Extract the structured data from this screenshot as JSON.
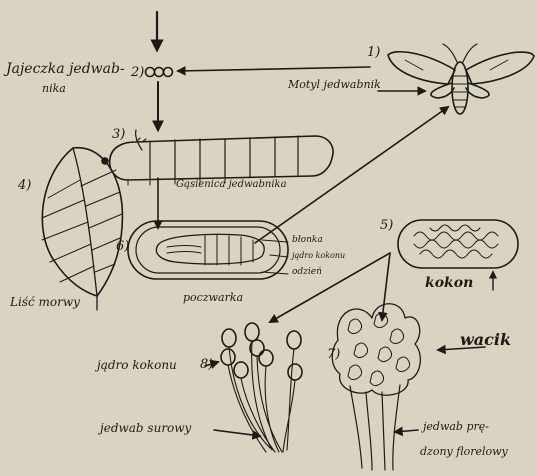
{
  "labels": {
    "eggs_line1": "Jajeczka jedwab-",
    "eggs_line2": "nika",
    "moth": "Motyl jedwabnik",
    "caterpillar": "Gąsienica jedwabnika",
    "pupa": "poczwarka",
    "pupa_skin": "błonka",
    "pupa_cocoon_core": "jądro kokonu",
    "pupa_shell": "odzień",
    "mulberry_leaf": "Liść morwy",
    "cocoon": "kokon",
    "cocoon_core": "jądro kokonu",
    "raw_silk": "jedwab surowy",
    "heater": "wacik",
    "floss_silk_line1": "jedwab prę-",
    "floss_silk_line2": "dzony florelowy"
  },
  "numbers": {
    "n1": "1)",
    "n2": "2)",
    "n3": "3)",
    "n4": "4)",
    "n5": "5)",
    "n6": "6)",
    "n7": "7)",
    "n8": "8)"
  },
  "colors": {
    "paper": "#d9d3c1",
    "ink": "#1d1a16"
  }
}
